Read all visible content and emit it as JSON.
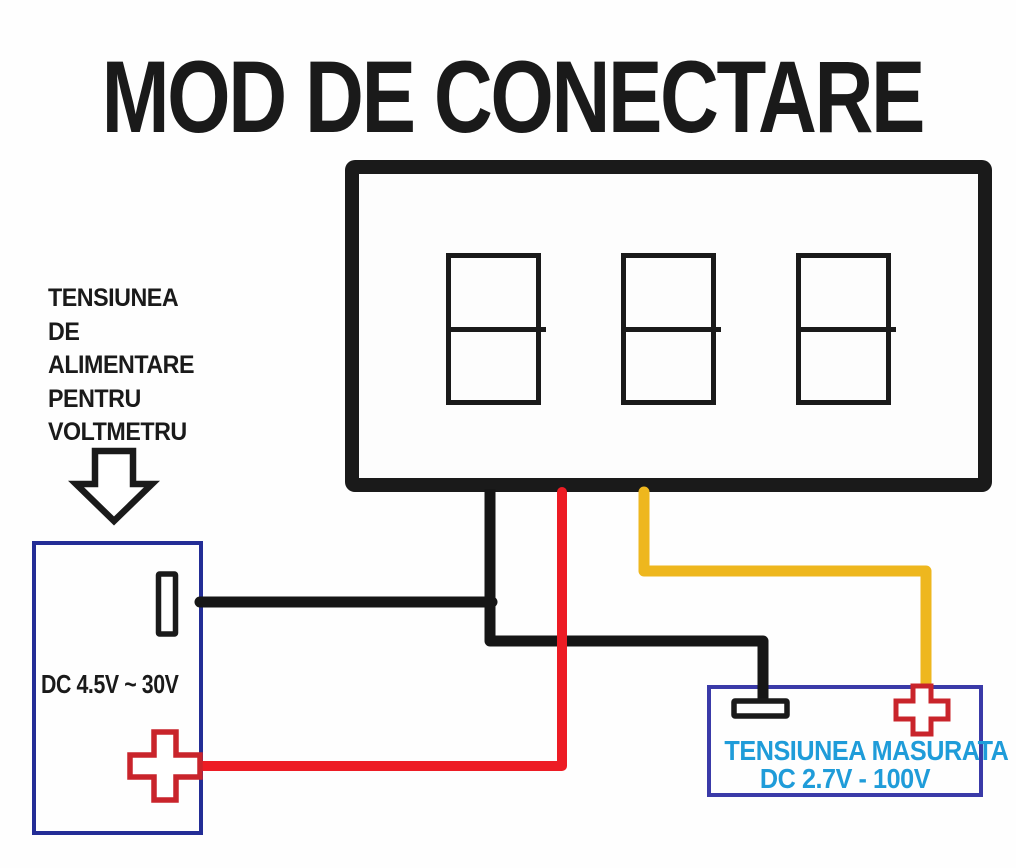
{
  "title": "MOD DE CONECTARE",
  "supply_note": {
    "lines": [
      "TENSIUNEA",
      "DE",
      "ALIMENTARE",
      "PENTRU",
      "VOLTMETRU"
    ]
  },
  "supply_box": {
    "voltage_label": "DC 4.5V ~ 30V"
  },
  "measured_box": {
    "title": "TENSIUNEA MASURATA",
    "range_label": "DC 2.7V - 100V"
  },
  "voltmeter": {
    "digit_count": 3
  },
  "colors": {
    "ink_black": "#1a1a1a",
    "wire_black": "#161616",
    "wire_red": "#ed1c24",
    "wire_yellow": "#eeb71e",
    "terminal_red": "#c9242b",
    "supply_box_border": "#232d96",
    "measured_box_border": "#3a3aa8",
    "measured_text_blue": "#1f9cd9"
  }
}
